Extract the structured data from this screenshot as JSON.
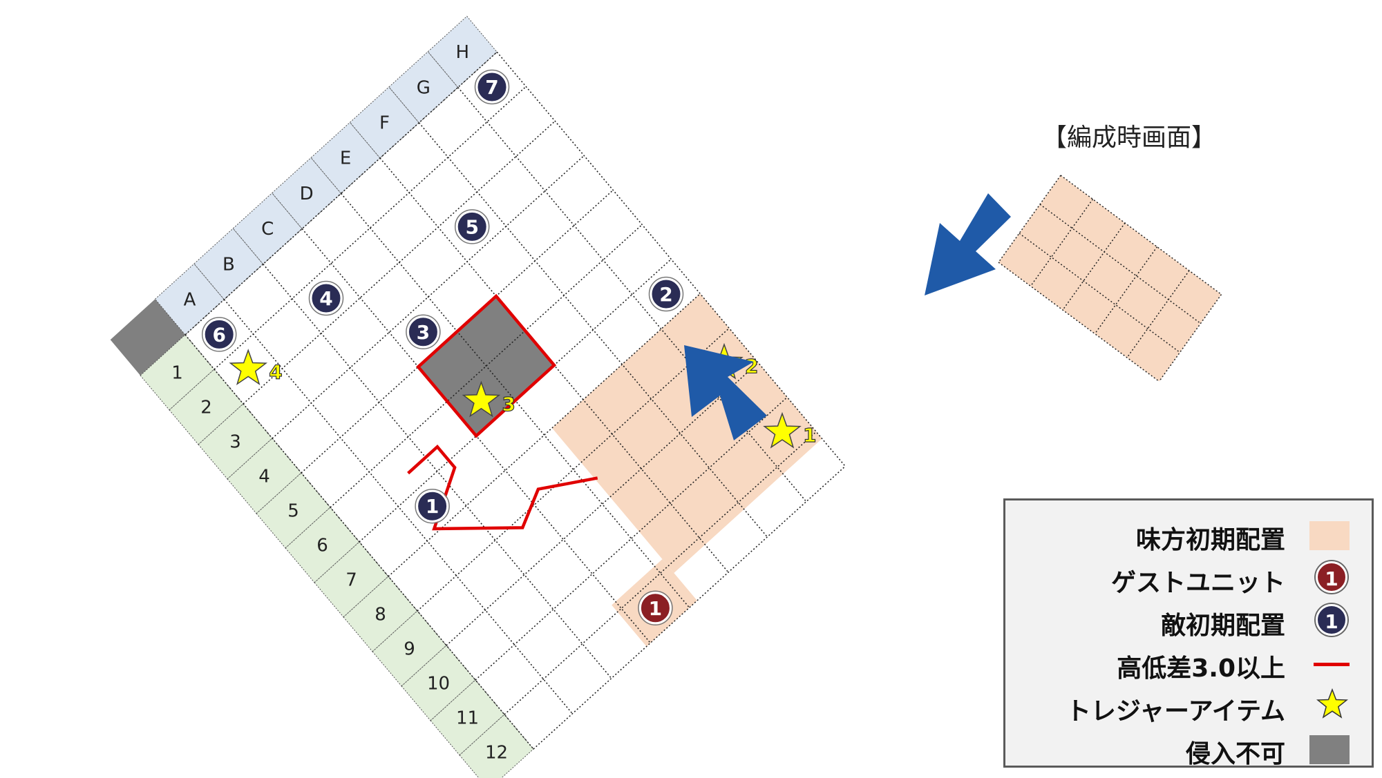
{
  "caption": "【編成時画面】",
  "columns": [
    "A",
    "B",
    "C",
    "D",
    "E",
    "F",
    "G",
    "H"
  ],
  "rows": [
    "1",
    "2",
    "3",
    "4",
    "5",
    "6",
    "7",
    "8",
    "9",
    "10",
    "11",
    "12"
  ],
  "colors": {
    "ally": "#f8d9c2",
    "blocked": "#808080",
    "col_header": "#dce6f2",
    "row_header": "#e2efda",
    "guest": "#8b1f24",
    "enemy": "#2a2c55",
    "height_line": "#e00000",
    "arrow": "#1f5aa8",
    "star": "#ffff00"
  },
  "enemies": [
    {
      "label": "1",
      "col": "B",
      "row": "7"
    },
    {
      "label": "2",
      "col": "H",
      "row": "7"
    },
    {
      "label": "3",
      "col": "D",
      "row": "4"
    },
    {
      "label": "4",
      "col": "C",
      "row": "2"
    },
    {
      "label": "5",
      "col": "F",
      "row": "3"
    },
    {
      "label": "6",
      "col": "A",
      "row": "1"
    },
    {
      "label": "7",
      "col": "H",
      "row": "1"
    }
  ],
  "guests": [
    {
      "label": "1",
      "col": "D",
      "row": "12"
    }
  ],
  "treasures": [
    {
      "label": "1",
      "col": "H",
      "row": "11"
    },
    {
      "label": "2",
      "col": "H",
      "row": "9"
    },
    {
      "label": "3",
      "col": "D",
      "row": "6"
    },
    {
      "label": "4",
      "col": "A",
      "row": "2"
    }
  ],
  "legend": {
    "ally": "味方初期配置",
    "guest": "ゲストユニット",
    "enemy": "敵初期配置",
    "height": "高低差3.0以上",
    "treasure": "トレジャーアイテム",
    "blocked": "侵入不可",
    "guest_icon": "1",
    "enemy_icon": "1"
  }
}
